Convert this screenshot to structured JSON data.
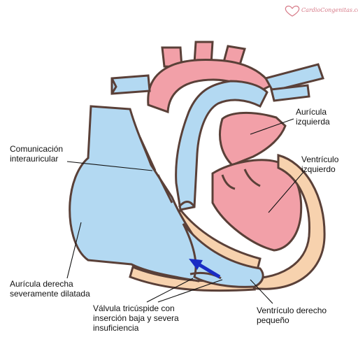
{
  "brand": {
    "text": "CardioCongenitas.com.ar",
    "color": "#d77a88"
  },
  "colors": {
    "oxygenated": "#f2a0a8",
    "deoxygenated": "#b3d9f2",
    "myocardium": "#f7d2ae",
    "outline": "#5a4038",
    "arrow": "#1a2cc4"
  },
  "labels": {
    "asd": [
      "Comunicación",
      "interauricular"
    ],
    "left_atrium": [
      "Aurícula",
      "izquierda"
    ],
    "left_ventricle": [
      "Ventrículo",
      "izquierdo"
    ],
    "right_atrium": [
      "Aurícula derecha",
      "severamente dilatada"
    ],
    "tricuspid": [
      "Válvula tricúspide con",
      "inserción baja y severa",
      "insuficiencia"
    ],
    "right_ventricle": [
      "Ventrículo derecho",
      "pequeño"
    ]
  }
}
